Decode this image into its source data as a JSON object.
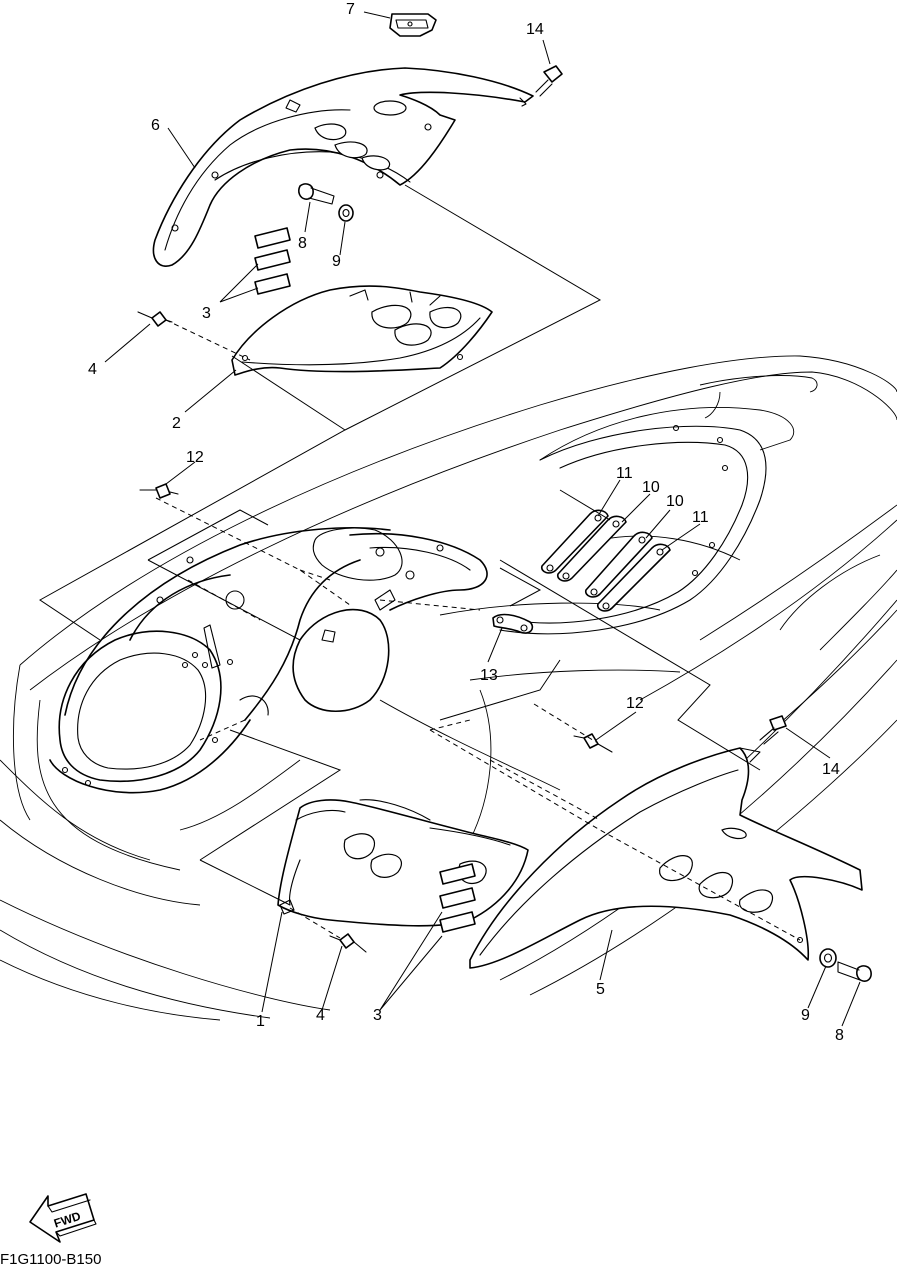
{
  "diagram": {
    "callouts": [
      {
        "id": "c7",
        "label": "7"
      },
      {
        "id": "c14a",
        "label": "14"
      },
      {
        "id": "c6",
        "label": "6"
      },
      {
        "id": "c8a",
        "label": "8"
      },
      {
        "id": "c9a",
        "label": "9"
      },
      {
        "id": "c3a",
        "label": "3"
      },
      {
        "id": "c4a",
        "label": "4"
      },
      {
        "id": "c2",
        "label": "2"
      },
      {
        "id": "c12a",
        "label": "12"
      },
      {
        "id": "c11a",
        "label": "11"
      },
      {
        "id": "c10a",
        "label": "10"
      },
      {
        "id": "c10b",
        "label": "10"
      },
      {
        "id": "c11b",
        "label": "11"
      },
      {
        "id": "c13",
        "label": "13"
      },
      {
        "id": "c12b",
        "label": "12"
      },
      {
        "id": "c14b",
        "label": "14"
      },
      {
        "id": "c1",
        "label": "1"
      },
      {
        "id": "c4b",
        "label": "4"
      },
      {
        "id": "c3b",
        "label": "3"
      },
      {
        "id": "c5",
        "label": "5"
      },
      {
        "id": "c9b",
        "label": "9"
      },
      {
        "id": "c8b",
        "label": "8"
      }
    ],
    "fwd_label": "FWD",
    "drawing_code": "F1G1100-B150"
  }
}
